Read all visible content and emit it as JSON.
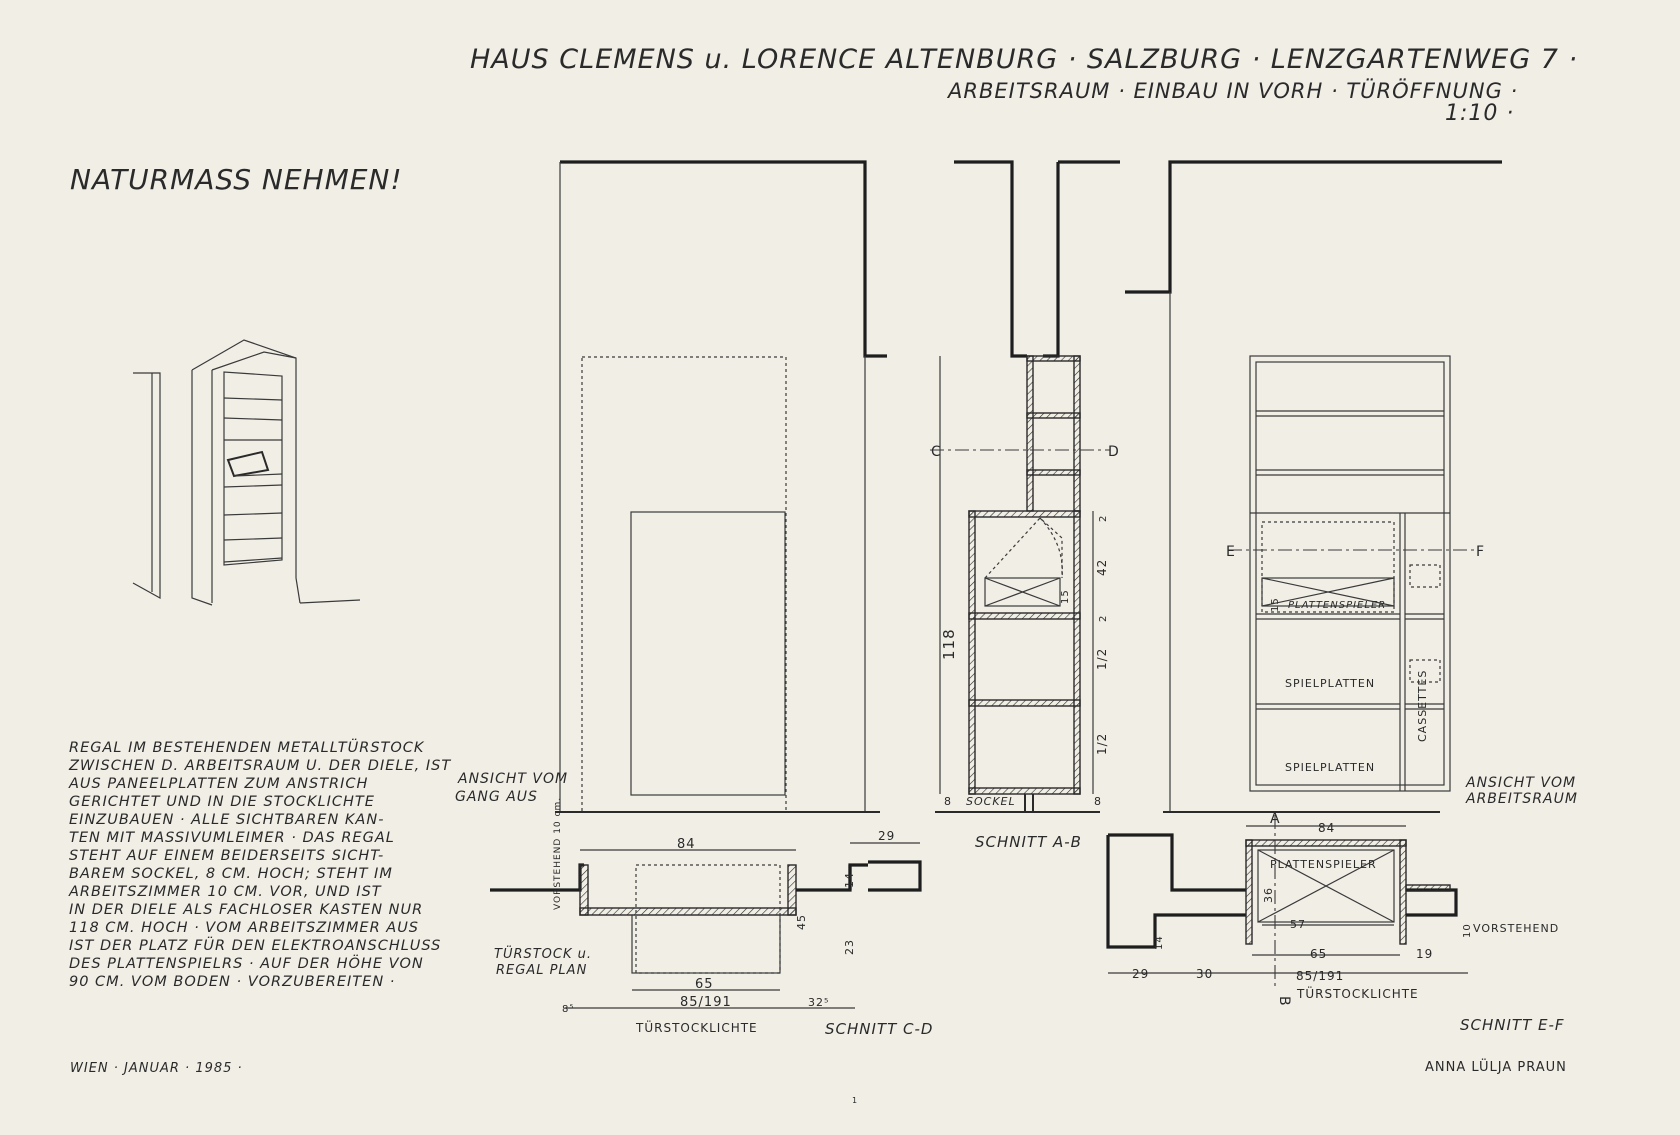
{
  "title": {
    "line1": "HAUS CLEMENS u. LORENCE ALTENBURG · SALZBURG · LENZGARTENWEG 7 ·",
    "line2": "ARBEITSRAUM · EINBAU IN VORH · TÜRÖFFNUNG ·",
    "scale": "1:10 ·"
  },
  "warning": "NATURMASS NEHMEN!",
  "notes": [
    "REGAL IM BESTEHENDEN METALLTÜRSTOCK",
    "ZWISCHEN D. ARBEITSRAUM U. DER DIELE, IST",
    "AUS PANEELPLATTEN ZUM ANSTRICH",
    "GERICHTET UND IN DIE STOCKLICHTE",
    "EINZUBAUEN · ALLE SICHTBAREN KAN-",
    "TEN MIT MASSIVUMLEIMER · DAS REGAL",
    "STEHT AUF EINEM BEIDERSEITS SICHT-",
    "BAREM SOCKEL, 8 CM. HOCH; STEHT IM",
    "ARBEITSZIMMER 10 CM. VOR, UND IST",
    "IN DER DIELE ALS FACHLOSER KASTEN NUR",
    "118 CM. HOCH · VOM ARBEITSZIMMER AUS",
    "IST DER PLATZ FÜR DEN ELEKTROANSCHLUSS",
    "DES PLATTENSPIELRS · AUF DER HÖHE VON",
    "90 CM. VOM BODEN · VORZUBEREITEN ·"
  ],
  "labels": {
    "ansicht_gang": [
      "ANSICHT VOM",
      "GANG AUS"
    ],
    "ansicht_arbeitsraum": [
      "ANSICHT VOM",
      "ARBEITSRAUM"
    ],
    "schnitt_ab": "SCHNITT A-B",
    "schnitt_cd": "SCHNITT C-D",
    "schnitt_ef": "SCHNITT E-F",
    "tuerstock_plan": [
      "TÜRSTOCK u.",
      "REGAL PLAN"
    ],
    "vorstehend_left": "VORSTEHEND 10 cm.",
    "vorstehend_right": "VORSTEHEND",
    "sockel": "SOCKEL",
    "plattenspieler": "PLATTENSPIELER",
    "spielplatten": "SPIELPLATTEN",
    "cassettes": "CASSETTES",
    "tuerstocklichte": "TÜRSTOCKLICHTE",
    "c": "C",
    "d": "D",
    "e": "E",
    "f": "F",
    "a": "A",
    "b": "B"
  },
  "dimensions": {
    "d84": "84",
    "d65": "65",
    "d85_191": "85/191",
    "d29": "29",
    "d30": "30",
    "d19": "19",
    "d36": "36",
    "d57": "57",
    "d10": "10",
    "d118": "118",
    "d42": "42",
    "d15": "15",
    "d2": "2",
    "d8": "8",
    "d14": "14",
    "d23": "23",
    "d45": "45",
    "d32": "32⁵",
    "d8b": "8⁵",
    "d12a": "1/2"
  },
  "footer": {
    "date": "WIEN · JANUAR · 1985 ·",
    "author": "ANNA LÜLJA PRAUN",
    "page": "1"
  }
}
